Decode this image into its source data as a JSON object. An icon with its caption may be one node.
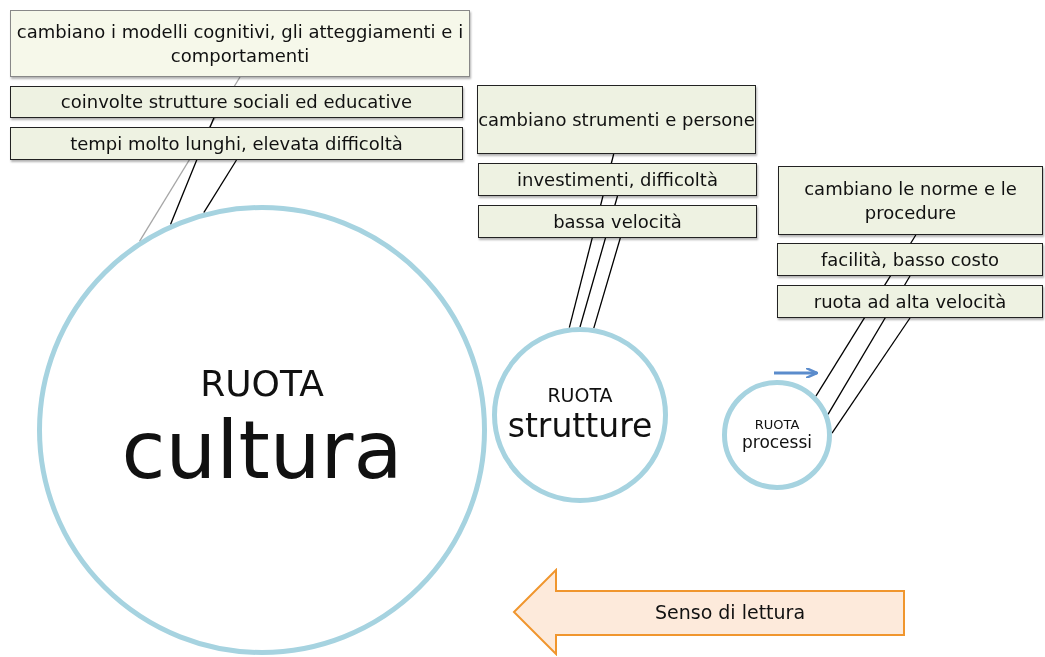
{
  "diagram": {
    "nodes": [
      {
        "text": [
          "cambiano i modelli cognitivi, gli atteggiamenti e i comportamenti"
        ]
      },
      {
        "text": [
          "coinvolte strutture sociali ed educative"
        ]
      },
      {
        "text": [
          "tempi molto lunghi, elevata difficoltà"
        ]
      },
      {
        "text": [
          "cambiano strumenti e persone"
        ]
      },
      {
        "text": [
          "investimenti, difficoltà"
        ]
      },
      {
        "text": [
          "bassa velocità"
        ]
      },
      {
        "text": [
          "cambiano le norme e le procedure"
        ]
      },
      {
        "text": [
          "facilità, basso costo"
        ]
      },
      {
        "text": [
          "ruota ad alta velocità"
        ]
      },
      {
        "text": [
          "RUOTA",
          "cultura"
        ]
      },
      {
        "text": [
          "RUOTA",
          "strutture"
        ]
      },
      {
        "text": [
          "RUOTA",
          "processi"
        ]
      },
      {
        "text": [
          "Senso di lettura"
        ]
      }
    ],
    "edges": [
      {
        "from": 9,
        "to": 0,
        "arrow": "none",
        "color": "#a6a6a6"
      },
      {
        "from": 9,
        "to": 1,
        "arrow": "none"
      },
      {
        "from": 9,
        "to": 2,
        "arrow": "none"
      },
      {
        "from": 10,
        "to": 3,
        "arrow": "none"
      },
      {
        "from": 10,
        "to": 4,
        "arrow": "none"
      },
      {
        "from": 10,
        "to": 5,
        "arrow": "none"
      },
      {
        "from": 11,
        "to": 6,
        "arrow": "none"
      },
      {
        "from": 11,
        "to": 7,
        "arrow": "none"
      },
      {
        "from": 11,
        "to": 8,
        "arrow": "none"
      }
    ]
  }
}
